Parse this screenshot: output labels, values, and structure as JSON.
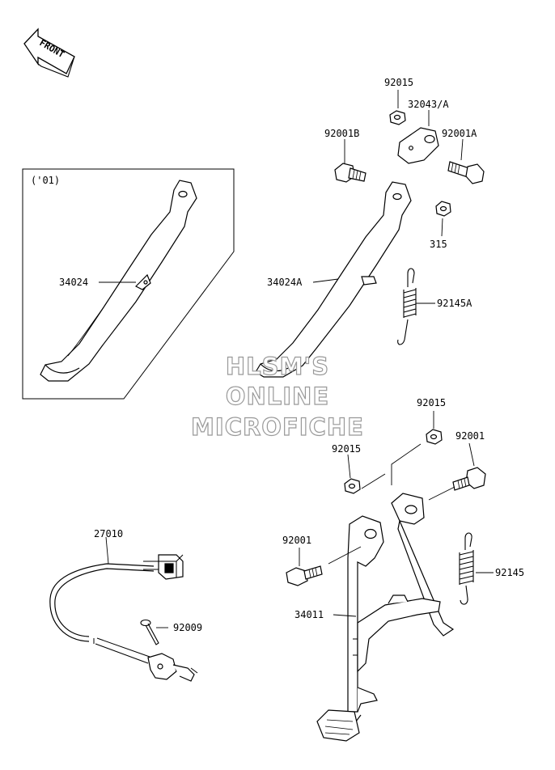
{
  "front_label": "FRONT",
  "variant_label": "('01)",
  "watermark": [
    "HLSM'S",
    "ONLINE",
    "MICROFICHE"
  ],
  "callouts": {
    "p92015_top": "92015",
    "p32043": "32043/A",
    "p92001B": "92001B",
    "p92001A": "92001A",
    "p315": "315",
    "p34024": "34024",
    "p34024A": "34024A",
    "p92145A": "92145A",
    "p92015_mid": "92015",
    "p92001_right": "92001",
    "p92015_left": "92015",
    "p92001_left": "92001",
    "p27010": "27010",
    "p92009": "92009",
    "p34011": "34011",
    "p92145": "92145"
  }
}
